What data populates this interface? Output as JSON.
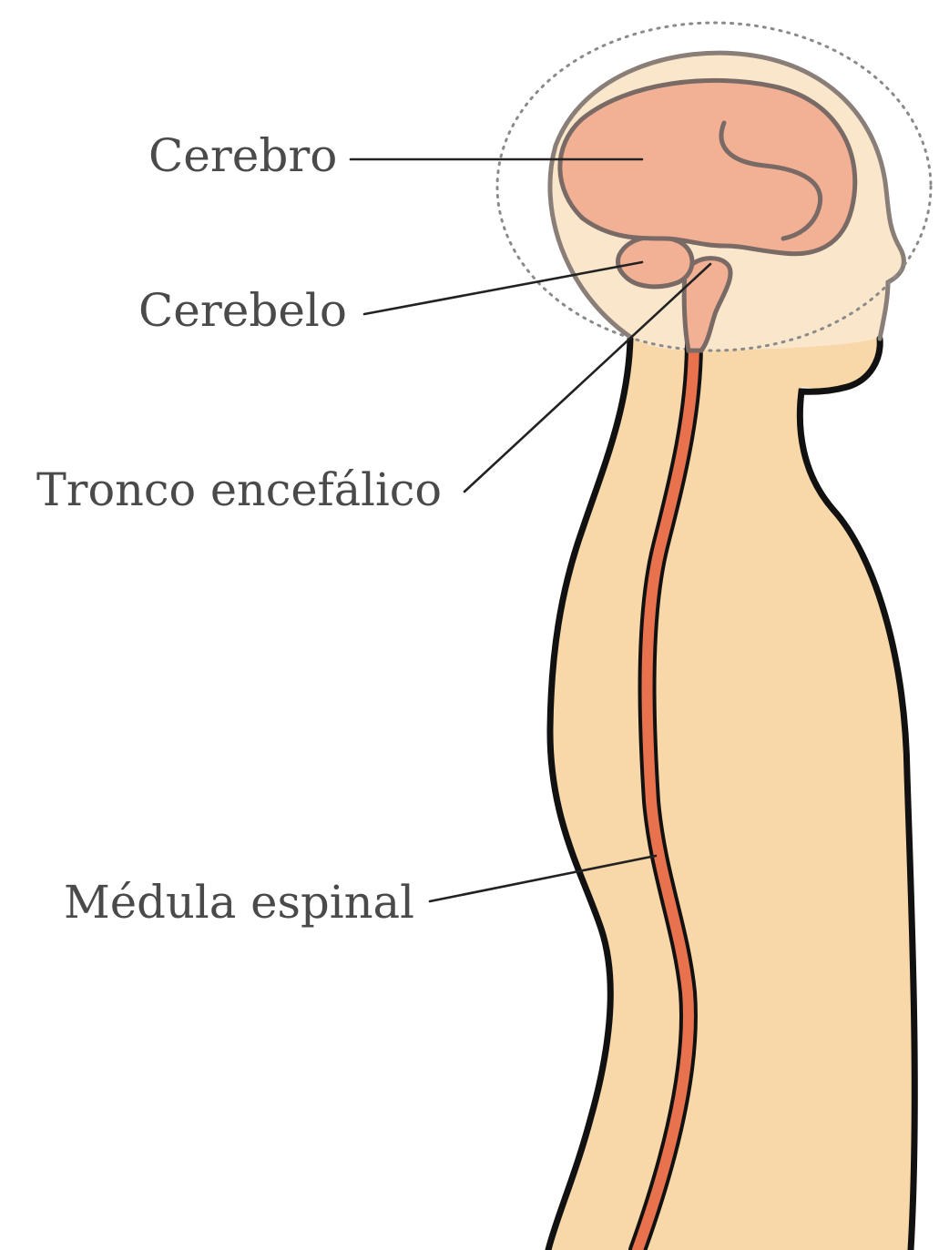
{
  "diagram": {
    "labels": {
      "cerebrum": "Cerebro",
      "cerebellum": "Cerebelo",
      "brainstem": "Tronco encefálico",
      "spinal_cord": "Médula espinal"
    }
  },
  "colors": {
    "skin": "#f8d8a8",
    "head_tint": "#f9e6cb",
    "brain": "#f2b195",
    "spinal_cord": "#e8724e",
    "outline": "#111111",
    "brain_outline": "#7a6a66",
    "label_text": "#4a4a4a"
  }
}
